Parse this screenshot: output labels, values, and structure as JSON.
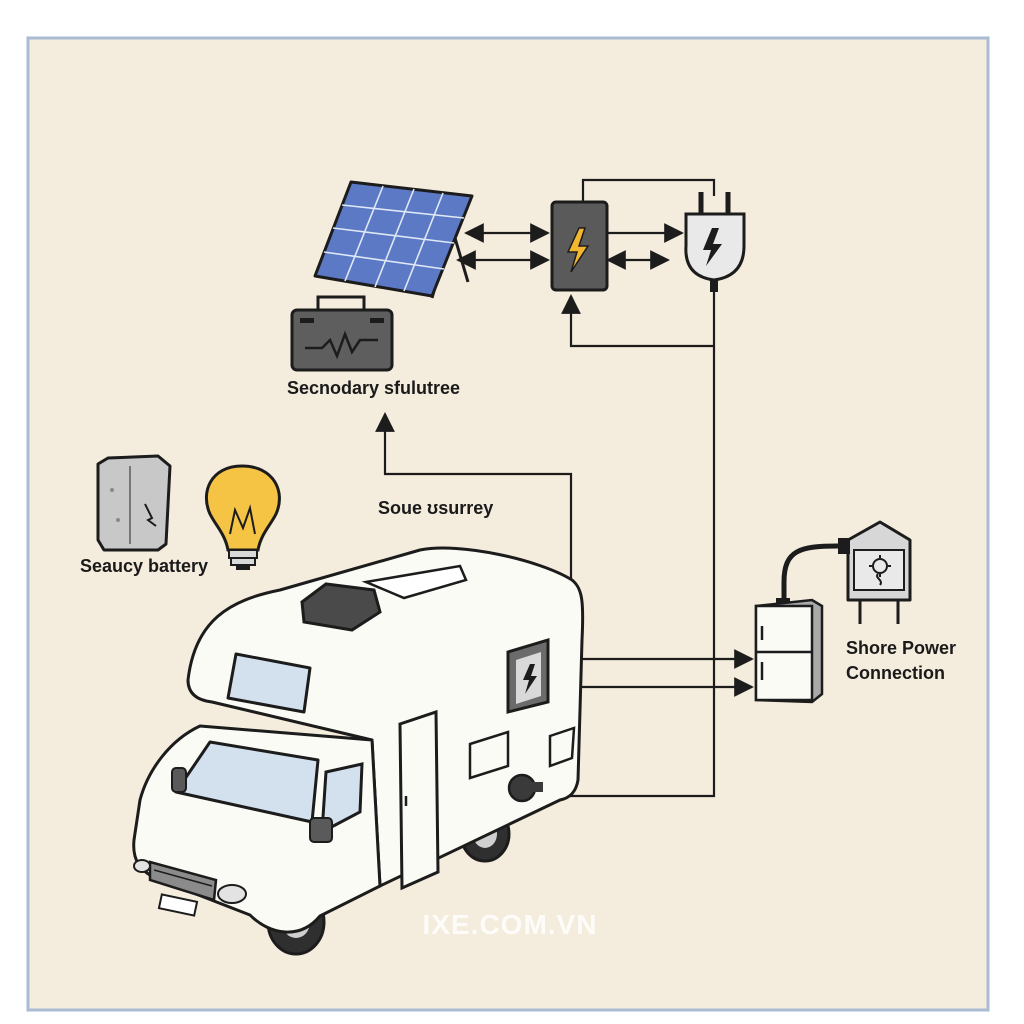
{
  "labels": {
    "secondary_source": "Secnodary sfulutree",
    "source_battery": "Soue ʊsurrey",
    "secondary_battery": "Seaucy battery",
    "shore_power_line1": "Shore Power",
    "shore_power_line2": "Connection"
  },
  "watermark": "IXE.COM.VN",
  "colors": {
    "background": "#f4ecdd",
    "frame": "#a9bcd4",
    "solar_panel": "#5b79c4",
    "lightning_accent": "#f2b630",
    "bulb": "#f6c445",
    "rv_window": "#d3e1ef",
    "device_dark": "#5a5a5a",
    "line": "#1c1c1c"
  },
  "icons": [
    "solar-panel-icon",
    "battery-icon",
    "charge-controller-icon",
    "plug-icon",
    "stone-battery-icon",
    "light-bulb-icon",
    "rv-icon",
    "inverter-icon",
    "fridge-icon",
    "shore-pedestal-icon"
  ]
}
